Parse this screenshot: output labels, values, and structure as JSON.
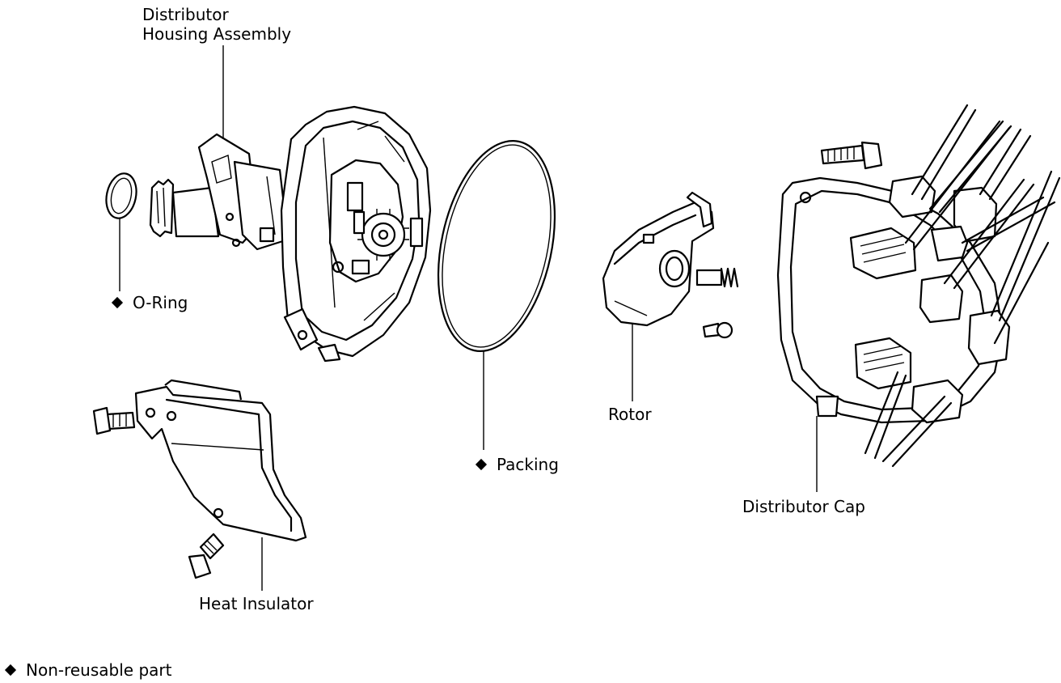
{
  "labels": {
    "housing_line1": "Distributor",
    "housing_line2": "Housing Assembly",
    "oring": "O-Ring",
    "packing": "Packing",
    "rotor": "Rotor",
    "cap": "Distributor Cap",
    "insulator": "Heat Insulator",
    "legend": "Non-reusable part"
  },
  "icons": {
    "non_reusable_marker": "diamond-icon"
  }
}
